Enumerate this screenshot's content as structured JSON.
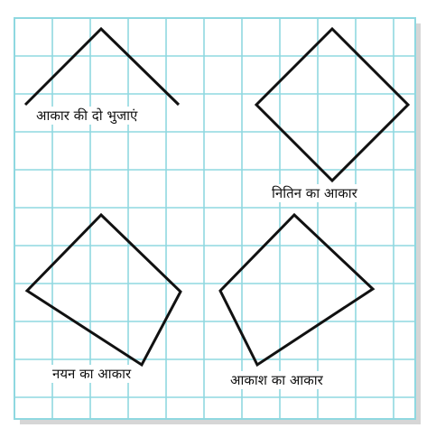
{
  "colors": {
    "grid": "#8fd8e0",
    "shape": "#111111",
    "frame_shadow": "#d6d6d6",
    "background": "#ffffff"
  },
  "labels": {
    "shape_sides": "आकार की दो भुजाएं",
    "nitin_shape": "नितिन का आकार",
    "nayan_shape": "नयन का आकार",
    "akash_shape": "आकाश का आकार"
  }
}
